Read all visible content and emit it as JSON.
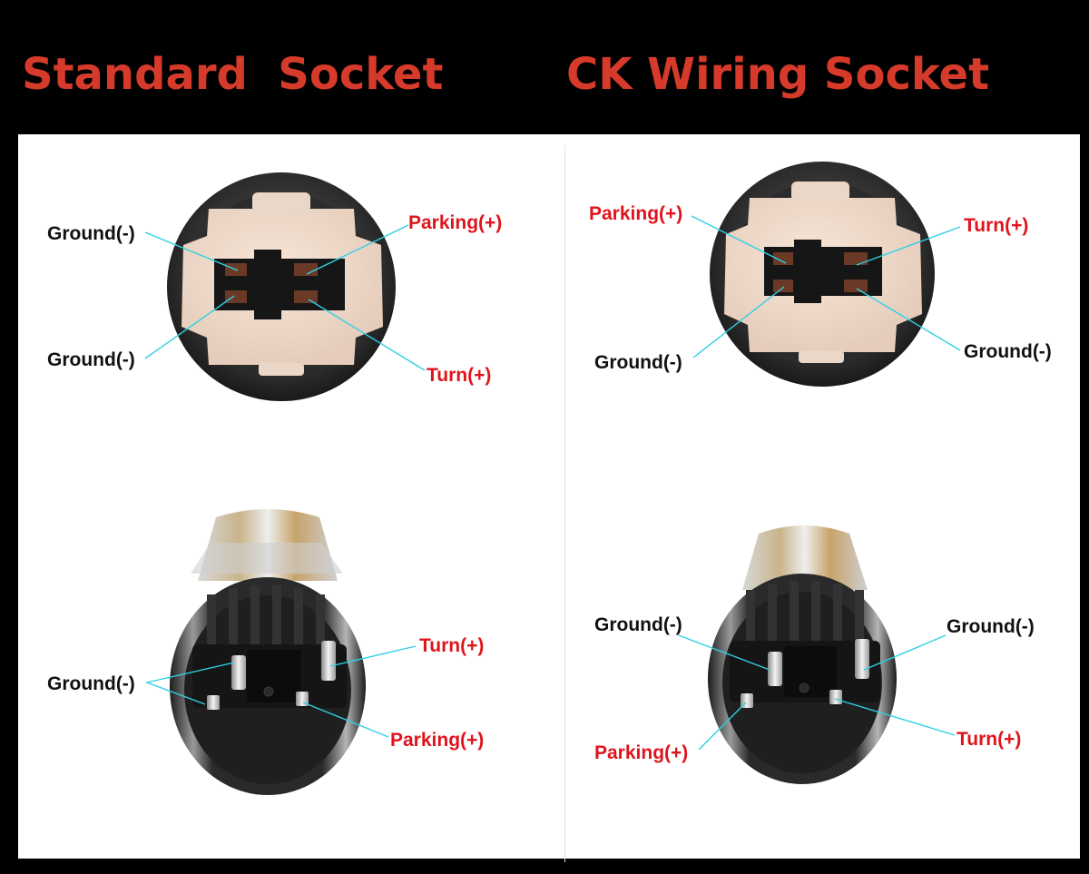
{
  "titles": {
    "left": "Standard  Socket",
    "right": "CK Wiring Socket"
  },
  "colors": {
    "title": "#d63a2a",
    "ground_label": "#111111",
    "positive_label": "#e0141c",
    "leader_line": "#2fd0e6"
  },
  "standard_socket": {
    "top": {
      "ground_upper": "Ground(-)",
      "ground_lower": "Ground(-)",
      "parking": "Parking(+)",
      "turn": "Turn(+)"
    },
    "bottom": {
      "ground": "Ground(-)",
      "turn": "Turn(+)",
      "parking": "Parking(+)"
    }
  },
  "ck_socket": {
    "top": {
      "parking": "Parking(+)",
      "turn": "Turn(+)",
      "ground_left": "Ground(-)",
      "ground_right": "Ground(-)"
    },
    "bottom": {
      "ground_left": "Ground(-)",
      "ground_right": "Ground(-)",
      "parking": "Parking(+)",
      "turn": "Turn(+)"
    }
  }
}
